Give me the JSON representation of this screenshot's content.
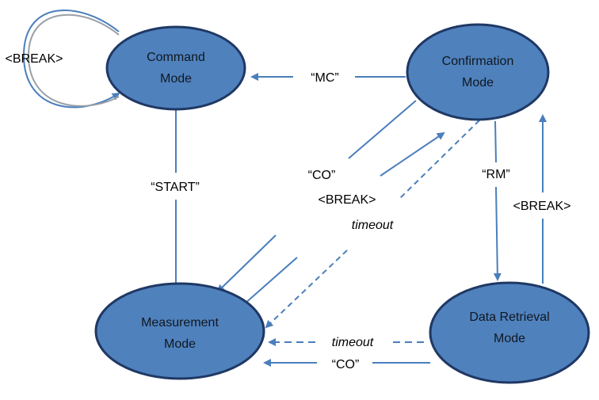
{
  "colors": {
    "node_fill": "#4f81bd",
    "node_stroke": "#1f3864",
    "edge": "#4a7ebb"
  },
  "nodes": {
    "command": {
      "line1": "Command",
      "line2": "Mode"
    },
    "confirmation": {
      "line1": "Confirmation",
      "line2": "Mode"
    },
    "measurement": {
      "line1": "Measurement",
      "line2": "Mode"
    },
    "retrieval": {
      "line1": "Data Retrieval",
      "line2": "Mode"
    }
  },
  "edges": {
    "break_self": "<BREAK>",
    "mc": "“MC”",
    "start": "“START”",
    "co_confirm": "“CO”",
    "break_confirm": "<BREAK>",
    "timeout_confirm": "timeout",
    "rm": "“RM”",
    "break_retrieval": "<BREAK>",
    "timeout_retrieval": "timeout",
    "co_retrieval": "“CO”"
  }
}
